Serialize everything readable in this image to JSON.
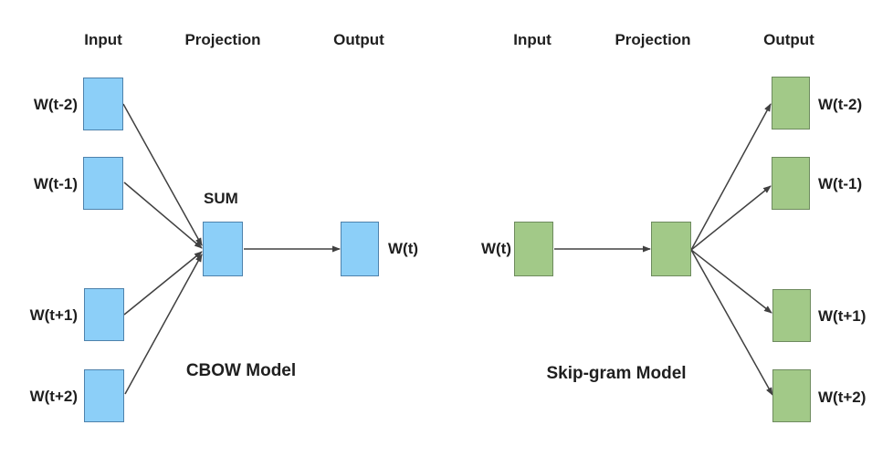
{
  "colors": {
    "blue_fill": "#8CCFF8",
    "blue_border": "#4E82AC",
    "green_fill": "#A2C988",
    "green_border": "#6E8B5E",
    "line": "#404040",
    "text": "#1f1f1f",
    "bg": "#ffffff"
  },
  "cbow": {
    "headers": {
      "input": "Input",
      "projection": "Projection",
      "output": "Output"
    },
    "inputs": [
      {
        "label": "W(t-2)"
      },
      {
        "label": "W(t-1)"
      },
      {
        "label": "W(t+1)"
      },
      {
        "label": "W(t+2)"
      }
    ],
    "sum_label": "SUM",
    "output_label": "W(t)",
    "caption": "CBOW Model"
  },
  "skipgram": {
    "headers": {
      "input": "Input",
      "projection": "Projection",
      "output": "Output"
    },
    "input_label": "W(t)",
    "outputs": [
      {
        "label": "W(t-2)"
      },
      {
        "label": "W(t-1)"
      },
      {
        "label": "W(t+1)"
      },
      {
        "label": "W(t+2)"
      }
    ],
    "caption": "Skip-gram Model"
  }
}
